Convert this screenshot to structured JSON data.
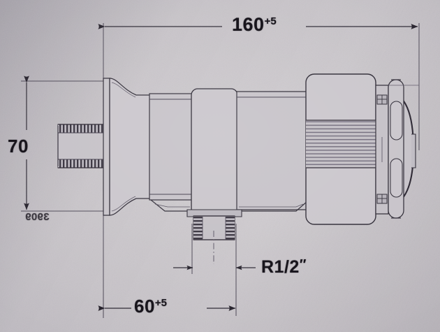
{
  "drawing": {
    "kind": "engineering-dimension-drawing",
    "subject": "shower/urinal flush valve body with knurled cap and R1/2 outlet",
    "view": "side elevation, photographed paper catalogue page",
    "paper_color": "#c7c3c7",
    "line_color": "#2b2732",
    "text_color": "#18151c"
  },
  "dimensions": {
    "overall_length": {
      "name": "overall-length",
      "value": "160",
      "tolerance": "+5",
      "text": "160",
      "orientation": "horizontal",
      "position": "top",
      "arrow_style": "solid-filled-both-ends"
    },
    "height": {
      "name": "flange-height",
      "value": "70",
      "tolerance": "",
      "text": "70",
      "orientation": "vertical",
      "position": "left",
      "arrow_style": "solid-filled-both-ends"
    },
    "outlet_offset": {
      "name": "outlet-offset-length",
      "value": "60",
      "tolerance": "+5",
      "text": "60",
      "orientation": "horizontal",
      "position": "bottom",
      "arrow_style": "solid-filled-both-ends"
    },
    "outlet_thread": {
      "name": "outlet-thread-callout",
      "text": "R1/2",
      "prime": "″",
      "orientation": "horizontal",
      "position": "bottom-right-of-outlet",
      "arrow_style": "solid-filled-inward-pair"
    }
  },
  "marks": {
    "bleed_through_stamp": "3909"
  },
  "parts": [
    {
      "name": "inlet-thread-stub",
      "desc": "externally threaded inlet nipple at far left"
    },
    {
      "name": "wall-flange",
      "desc": "conical escutcheon / wall flange"
    },
    {
      "name": "valve-body",
      "desc": "central rectangular valve body"
    },
    {
      "name": "body-collar",
      "desc": "stepped collar between flange and body"
    },
    {
      "name": "outlet-thread-stub",
      "desc": "threaded R1/2 outlet pointing down"
    },
    {
      "name": "outlet-centerline",
      "desc": "dash-dot centre line through outlet"
    },
    {
      "name": "knurled-cap",
      "desc": "right-hand cap with knurled (hatched) grip band"
    },
    {
      "name": "cap-flange",
      "desc": "flange ring with two fastener details"
    },
    {
      "name": "end-cap",
      "desc": "rounded end cap / push button at far right"
    }
  ]
}
